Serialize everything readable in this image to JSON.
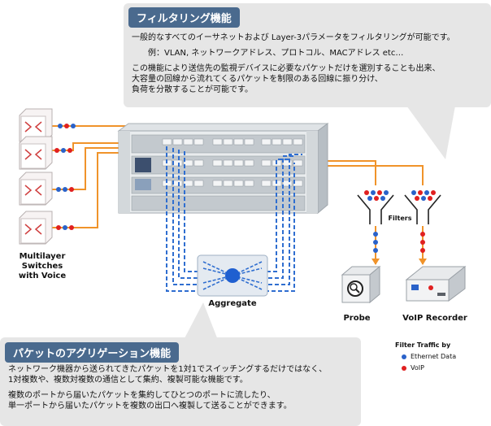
{
  "filtering": {
    "title": "フィルタリング機能",
    "line1": "一般的なすべてのイーサネットおよび Layer-3パラメータをフィルタリングが可能です。",
    "line2": "例：VLAN, ネットワークアドレス、プロトコル、MACアドレス etc…",
    "line3": "この機能により送信先の監視デバイスに必要なパケットだけを選別することも出来、",
    "line4": "大容量の回線から流れてくるパケットを制限のある回線に振り分け、",
    "line5": "負荷を分散することが可能です。"
  },
  "aggregation": {
    "title": "パケットのアグリゲーション機能",
    "line1": "ネットワーク機器から送られてきたパケットを1対1でスイッチングするだけではなく、",
    "line2": "1対複数や、複数対複数の通信として集約、複製可能な機能です。",
    "line3": "複数のポートから届いたパケットを集約してひとつのポートに流したり、",
    "line4": "単一ポートから届いたパケットを複数の出口へ複製して送ることができます。"
  },
  "labels": {
    "switches_line1": "Multilayer Switches",
    "switches_line2": "with Voice",
    "aggregate": "Aggregate",
    "filters": "Filters",
    "probe": "Probe",
    "voip_recorder": "VoIP Recorder"
  },
  "legend": {
    "title": "Filter Traffic by",
    "ethernet": "Ethernet Data",
    "voip": "VoIP"
  },
  "colors": {
    "ethernet": "#2a62c9",
    "voip": "#e02020",
    "orange_line": "#f0932a",
    "blue_line": "#2f6ed0",
    "header_bg": "#4a6a8e"
  }
}
